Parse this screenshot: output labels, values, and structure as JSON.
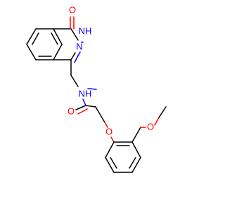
{
  "molecule": {
    "atoms": {
      "o_carbonyl_top": "O",
      "nh_ring": "NH",
      "n_ring": "N",
      "nh_amide": "NH",
      "o_amide": "O",
      "o_ether": "O",
      "o_methoxy": "O"
    },
    "colors": {
      "bond": "#000000",
      "oxygen": "#ff0000",
      "nitrogen": "#0000ff"
    }
  }
}
